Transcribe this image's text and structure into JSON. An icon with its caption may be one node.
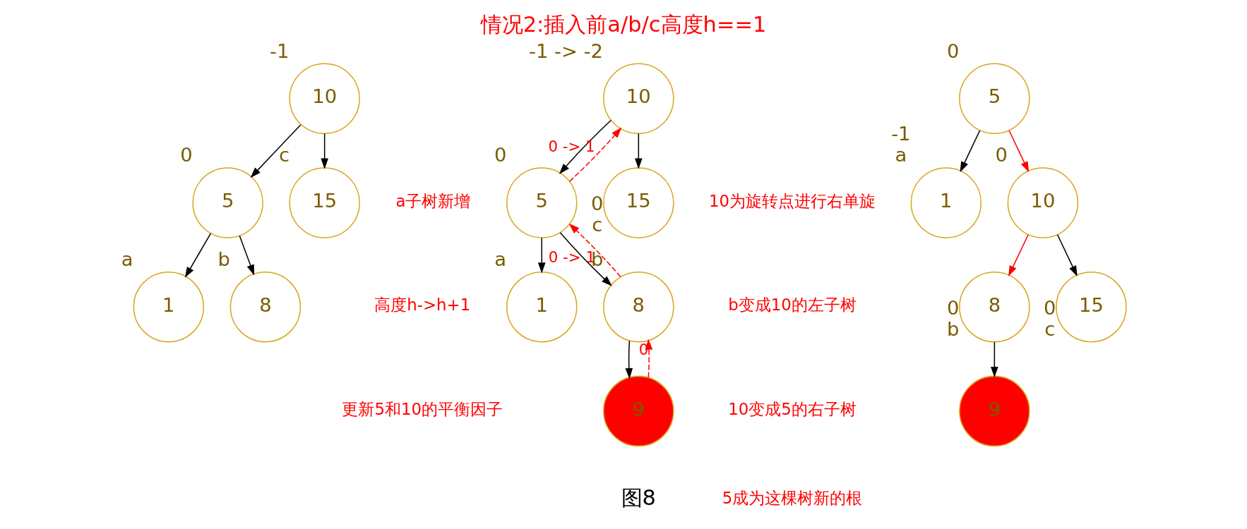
{
  "diagram": {
    "title": "情况2:插入前a/b/c高度h==1",
    "caption": "图8",
    "nodes": [
      {
        "text": [
          "10"
        ],
        "beside": [
          "-1"
        ]
      },
      {
        "text": [
          "5"
        ],
        "beside": [
          "0"
        ]
      },
      {
        "text": [
          "15"
        ],
        "beside": [
          "c"
        ]
      },
      {
        "text": [
          "1"
        ],
        "beside": [
          "a"
        ]
      },
      {
        "text": [
          "8"
        ],
        "beside": [
          "b"
        ]
      },
      {
        "text": [
          "10"
        ],
        "beside": [
          "-1 -> -2"
        ]
      },
      {
        "text": [
          "5"
        ],
        "beside": [
          "0"
        ]
      },
      {
        "text": [
          "15"
        ],
        "beside": [
          "0",
          "c"
        ]
      },
      {
        "text": [
          "1"
        ],
        "beside": [
          "a"
        ]
      },
      {
        "text": [
          "8"
        ],
        "beside": [
          "b"
        ]
      },
      {
        "text": [
          "9"
        ]
      },
      {
        "text": [
          "5"
        ],
        "beside": [
          "0"
        ]
      },
      {
        "text": [
          "1"
        ],
        "beside": [
          "-1",
          "a"
        ]
      },
      {
        "text": [
          "10"
        ],
        "beside": [
          "0"
        ]
      },
      {
        "text": [
          "8"
        ],
        "beside": [
          "0",
          "b"
        ]
      },
      {
        "text": [
          "15"
        ],
        "beside": [
          "0",
          "c"
        ]
      },
      {
        "text": [
          "9"
        ]
      }
    ],
    "edges": [
      {
        "from": 0,
        "to": 1,
        "arrow": "to"
      },
      {
        "from": 0,
        "to": 2,
        "arrow": "to"
      },
      {
        "from": 1,
        "to": 3,
        "arrow": "to"
      },
      {
        "from": 1,
        "to": 4,
        "arrow": "to"
      },
      {
        "from": 5,
        "to": 6,
        "arrow": "to"
      },
      {
        "from": 5,
        "to": 7,
        "arrow": "to"
      },
      {
        "from": 6,
        "to": 8,
        "arrow": "to"
      },
      {
        "from": 6,
        "to": 9,
        "arrow": "to"
      },
      {
        "from": 9,
        "to": 10,
        "arrow": "to"
      },
      {
        "from": 6,
        "to": 5,
        "arrow": "to",
        "label": "0 -> 1",
        "style": "dashed",
        "color": "#ff0000"
      },
      {
        "from": 9,
        "to": 6,
        "arrow": "to",
        "label": "0 -> 1",
        "style": "dashed",
        "color": "#ff0000"
      },
      {
        "from": 10,
        "to": 9,
        "arrow": "to",
        "label": "0",
        "style": "dashed",
        "color": "#ff0000"
      },
      {
        "from": 11,
        "to": 12,
        "arrow": "to"
      },
      {
        "from": 11,
        "to": 13,
        "arrow": "to",
        "color": "#ff0000"
      },
      {
        "from": 13,
        "to": 14,
        "arrow": "to",
        "color": "#ff0000"
      },
      {
        "from": 13,
        "to": 15,
        "arrow": "to"
      },
      {
        "from": 14,
        "to": 16,
        "arrow": "to"
      }
    ],
    "labels": [
      "a子树新增",
      "高度h->h+1",
      "更新5和10的平衡因子",
      "10为旋转点进行右单旋",
      "b变成10的左子树",
      "10变成5的右子树",
      "5成为这棵树新的根"
    ]
  }
}
